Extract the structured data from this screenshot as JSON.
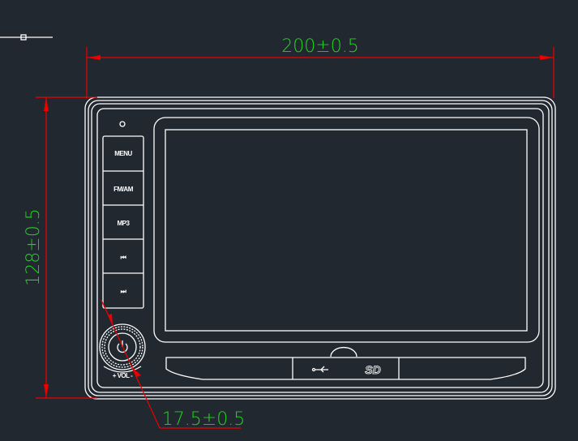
{
  "dimensions": {
    "width": "200±0.5",
    "height": "128±0.5",
    "knob": "17.5±0.5"
  },
  "buttons": [
    {
      "label": "MENU"
    },
    {
      "label": "FM/AM"
    },
    {
      "label": "MP3"
    },
    {
      "label": "⏮",
      "icon": "previous-track-icon"
    },
    {
      "label": "⏭",
      "icon": "next-track-icon"
    }
  ],
  "knob": {
    "label": "+ VOL -",
    "icon": "power-icon"
  },
  "ports": {
    "usb_icon": "usb-icon",
    "sd_label": "SD"
  },
  "colors": {
    "background": "#212830",
    "dimension_line": "#e00000",
    "dimension_text": "#22d322",
    "outline": "#ffffff"
  }
}
